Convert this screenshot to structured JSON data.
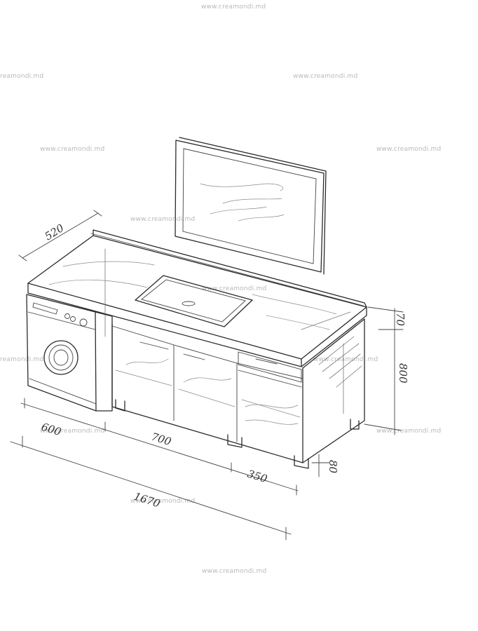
{
  "watermark": "www.creamondi.md",
  "dimensions": {
    "depth": "520",
    "washer_width": "600",
    "middle_width": "700",
    "right_width": "350",
    "total_width": "1670",
    "top_thickness": "70",
    "height": "800",
    "leg_height": "80"
  }
}
